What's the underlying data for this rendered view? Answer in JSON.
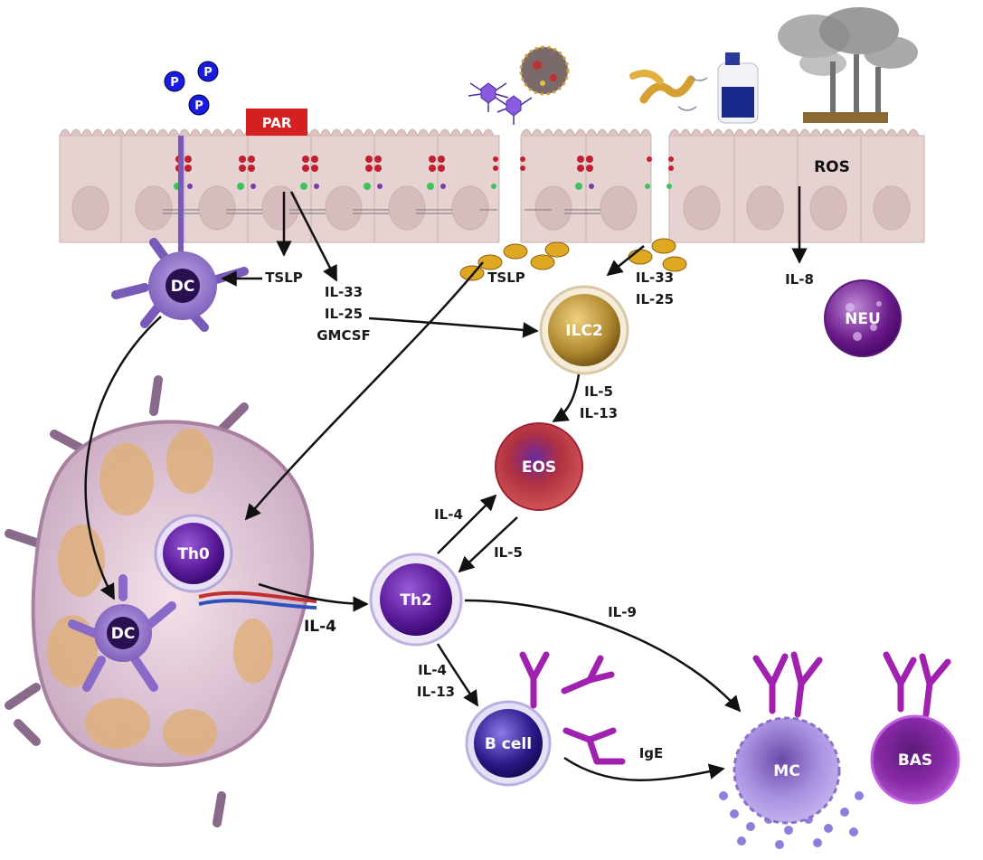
{
  "labels": {
    "par": "PAR",
    "p": "P",
    "ros": "ROS",
    "dc_top": "DC",
    "dc_node": "DC",
    "tslp_left": "TSLP",
    "tslp_mid": "TSLP",
    "il33_left": "IL-33",
    "il25_left": "IL-25",
    "gmcsf": "GMCSF",
    "il33_right": "IL-33",
    "il25_right": "IL-25",
    "il8": "IL-8",
    "ilc2": "ILC2",
    "neu": "NEU",
    "il5_ilc2": "IL-5",
    "il13_ilc2": "IL-13",
    "eos": "EOS",
    "il4_eos": "IL-4",
    "il5_eos": "IL-5",
    "th0": "Th0",
    "th2": "Th2",
    "il4_main": "IL-4",
    "il9": "IL-9",
    "il4_b": "IL-4",
    "il13_b": "IL-13",
    "bcell": "B cell",
    "ige": "IgE",
    "mc": "MC",
    "bas": "BAS"
  },
  "colors": {
    "epithelium": "#e6d2d0",
    "epithelium_edge": "#c9b0ae",
    "par": "#d42020",
    "allergen_p": "#1a1ae0",
    "cytokine_blob": "#e0a820",
    "ilc2": "#c9a040",
    "eos": "#c63b3b",
    "th_cell": "#6a2aa8",
    "neu": "#7a2a9a",
    "bcell": "#3a2a9a",
    "mc": "#9a7ad8",
    "bas": "#8a2aa8",
    "antibody": "#a020b0"
  }
}
